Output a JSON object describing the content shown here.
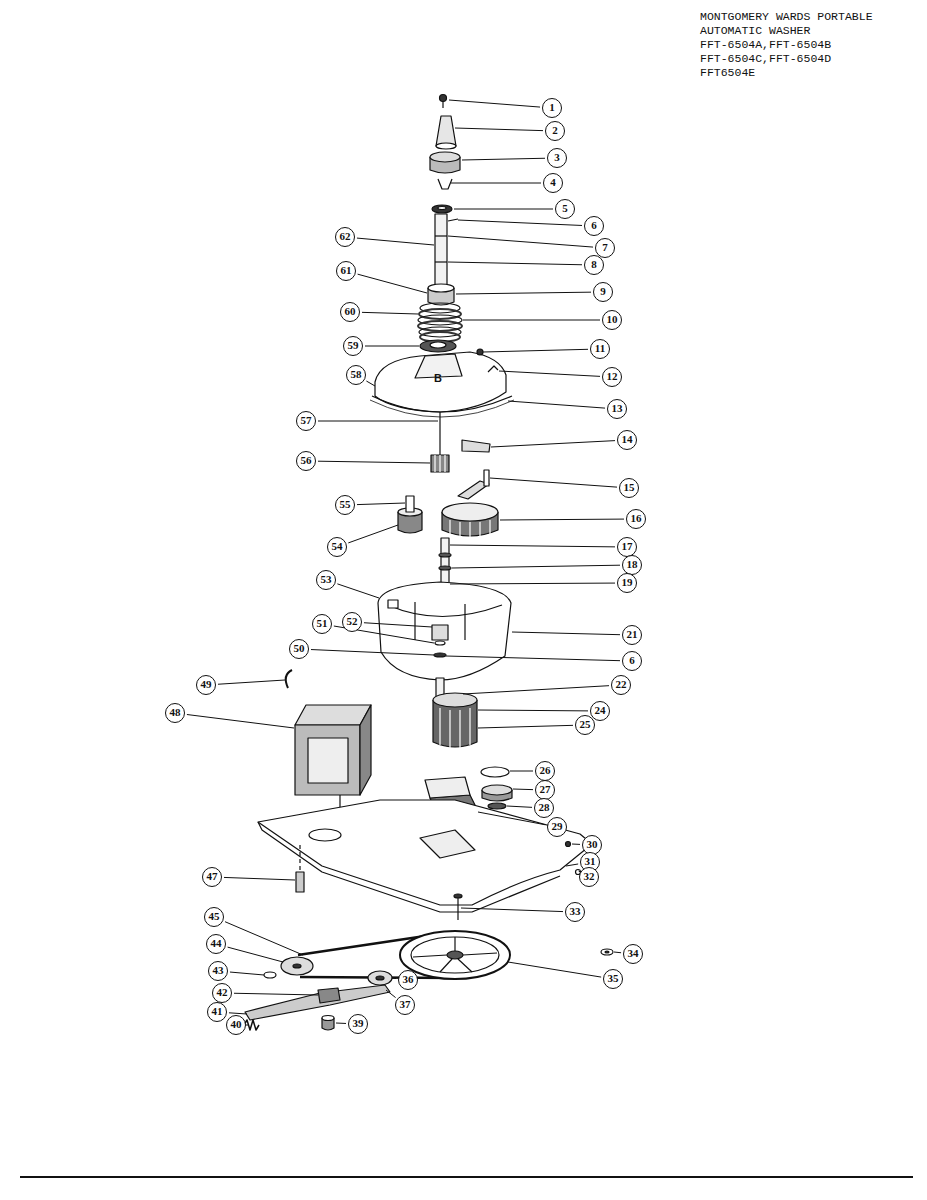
{
  "diagram": {
    "title": "MONTGOMERY WARDS PORTABLE AUTOMATIC WASHER",
    "labels": [
      "FFT-6504A,FFT-6504B",
      "FFT-6504C,FFT-6504D",
      "FFT6504E",
      "1",
      "2",
      "3",
      "4",
      "5",
      "6",
      "7",
      "8",
      "9",
      "10",
      "11",
      "12",
      "13",
      "14",
      "15",
      "16",
      "17",
      "18",
      "19",
      "21",
      "6",
      "22",
      "24",
      "25",
      "26",
      "27",
      "28",
      "29",
      "30",
      "31",
      "32",
      "33",
      "34",
      "35",
      "36",
      "37",
      "39",
      "40",
      "41",
      "42",
      "43",
      "44",
      "45",
      "47",
      "48",
      "49",
      "50",
      "51",
      "52",
      "53",
      "54",
      "55",
      "56",
      "57",
      "58",
      "59",
      "60",
      "61",
      "62",
      "B"
    ]
  }
}
